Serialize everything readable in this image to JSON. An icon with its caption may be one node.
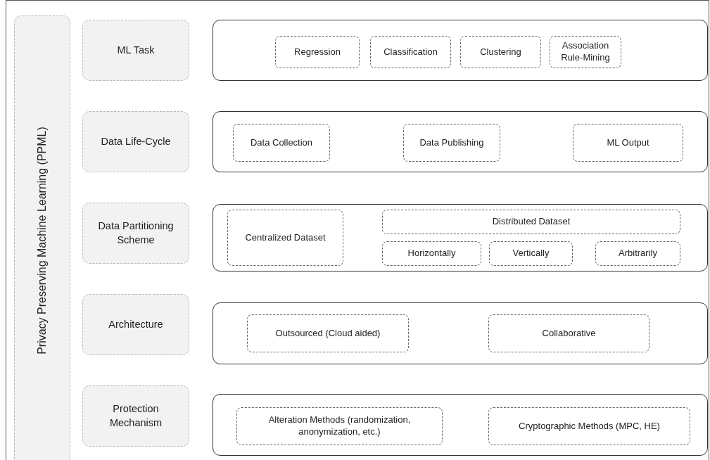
{
  "diagram": {
    "nodes": [
      {
        "text": [
          "Privacy Preserving Machine Learning (PPML)"
        ]
      },
      {
        "text": [
          "ML Task"
        ]
      },
      {
        "text": [],
        "shape": "box"
      },
      {
        "text": [
          "Regression"
        ],
        "in": 2
      },
      {
        "text": [
          "Classification"
        ],
        "in": 2
      },
      {
        "text": [
          "Clustering"
        ],
        "in": 2
      },
      {
        "text": [
          "Association Rule-Mining"
        ],
        "in": 2
      },
      {
        "text": [
          "Data Life-Cycle"
        ]
      },
      {
        "text": [],
        "shape": "box"
      },
      {
        "text": [
          "Data Collection"
        ],
        "in": 8
      },
      {
        "text": [
          "Data Publishing"
        ],
        "in": 8
      },
      {
        "text": [
          "ML Output"
        ],
        "in": 8
      },
      {
        "text": [
          "Data Partitioning Scheme"
        ]
      },
      {
        "text": [],
        "shape": "box"
      },
      {
        "text": [
          "Centralized Dataset"
        ],
        "in": 13
      },
      {
        "text": [
          "Distributed Dataset"
        ],
        "in": 13
      },
      {
        "text": [
          "Horizontally"
        ],
        "in": 13
      },
      {
        "text": [
          "Vertically"
        ],
        "in": 13
      },
      {
        "text": [
          "Arbitrarily"
        ],
        "in": 13
      },
      {
        "text": [
          "Architecture"
        ]
      },
      {
        "text": [],
        "shape": "box"
      },
      {
        "text": [
          "Outsourced (Cloud aided)"
        ],
        "in": 20
      },
      {
        "text": [
          "Collaborative"
        ],
        "in": 20
      },
      {
        "text": [
          "Protection Mechanism"
        ]
      },
      {
        "text": [],
        "shape": "box"
      },
      {
        "text": [
          "Alteration Methods (randomization, anonymization, etc.)"
        ],
        "in": 24
      },
      {
        "text": [
          "Cryptographic Methods (MPC, HE)"
        ],
        "in": 24
      }
    ],
    "edges": []
  }
}
